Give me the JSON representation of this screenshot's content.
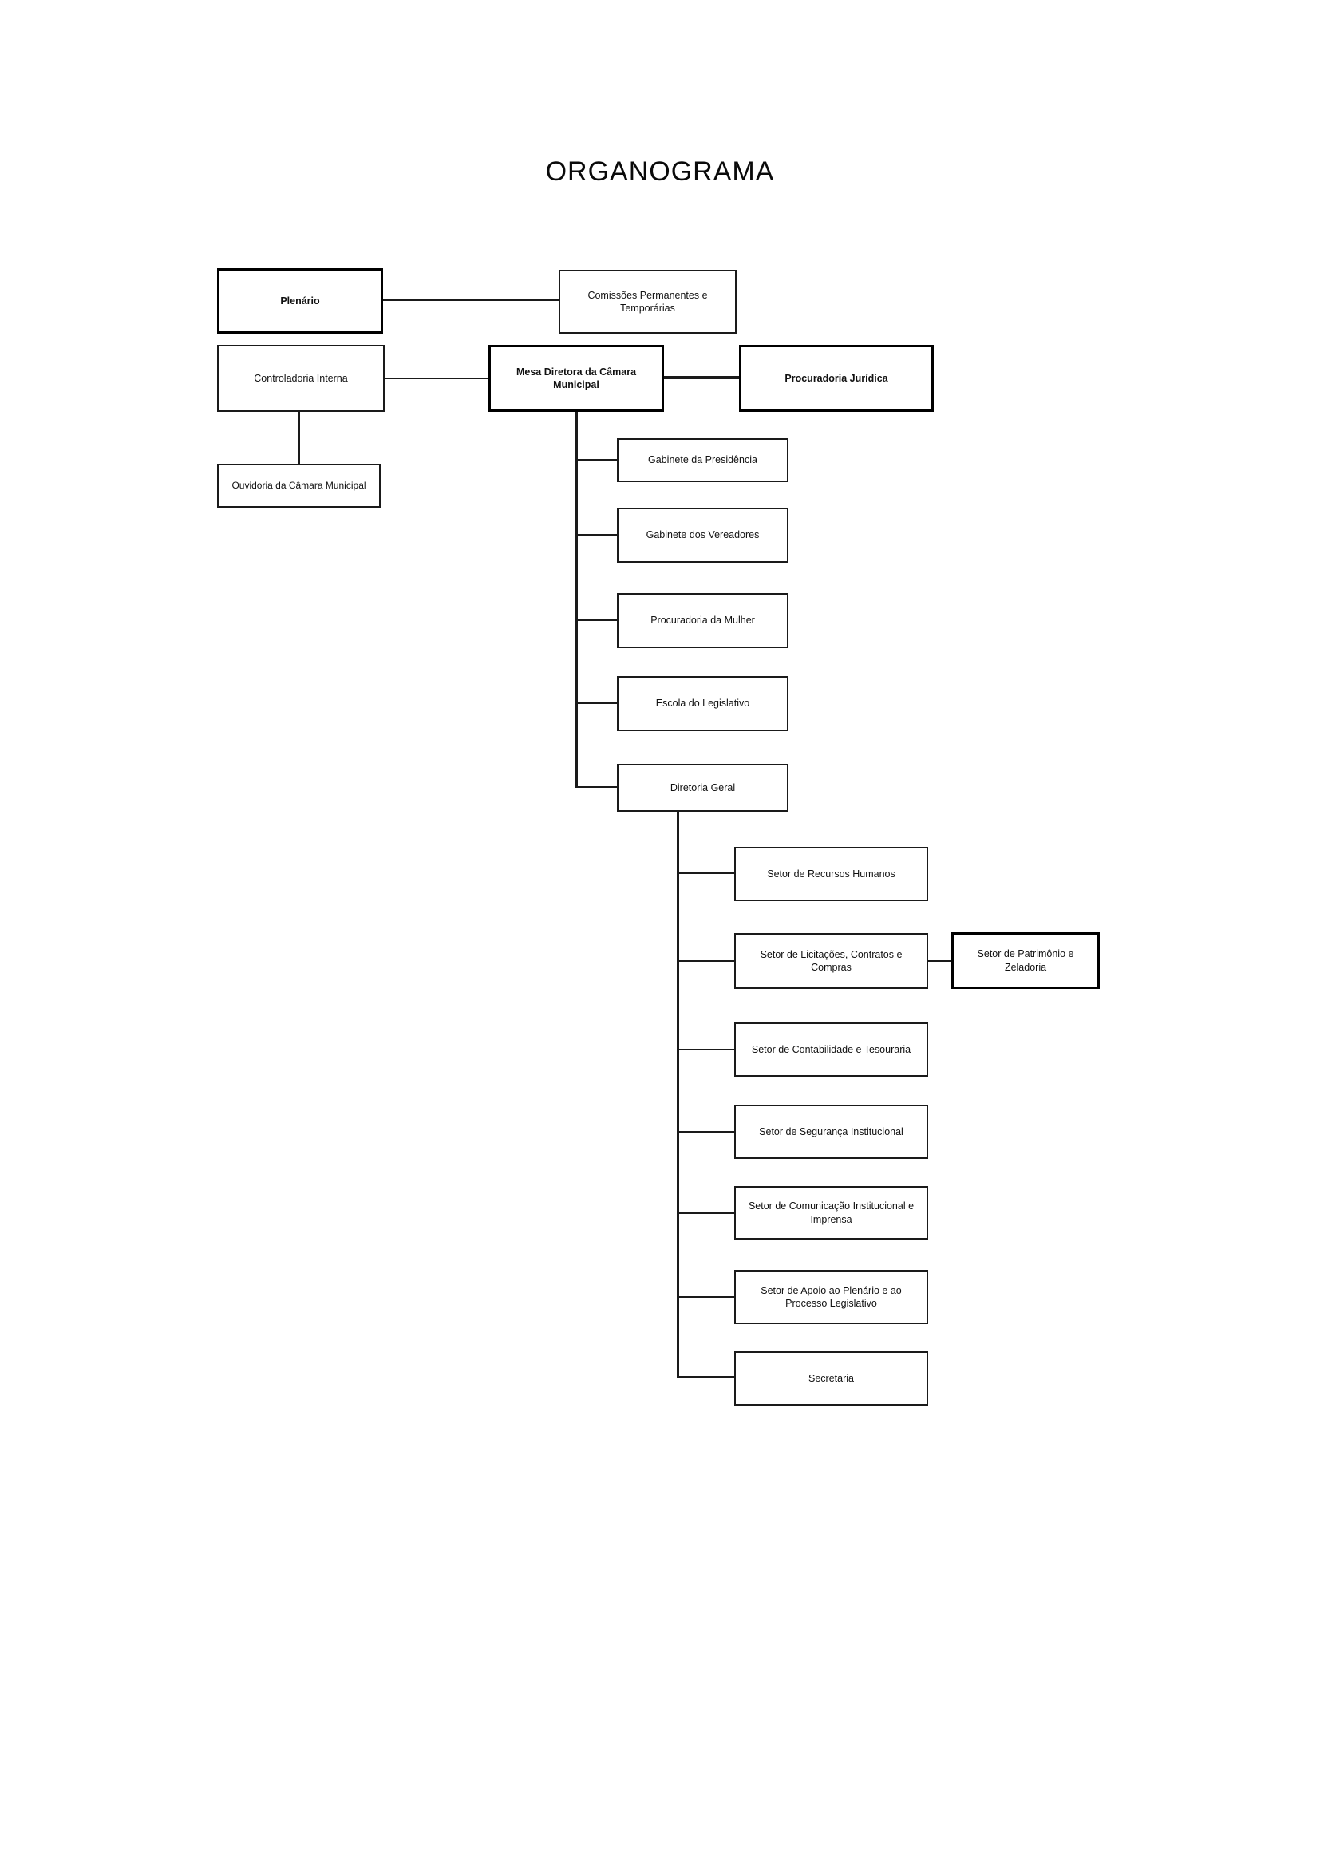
{
  "title": "ORGANOGRAMA",
  "colors": {
    "background": "#ffffff",
    "line": "#1a1a1a",
    "text": "#111111"
  },
  "org": {
    "nodes": [
      {
        "id": "plenario",
        "label": "Plenário",
        "emphasis": true
      },
      {
        "id": "comissoes",
        "label": "Comissões Permanentes e Temporárias",
        "emphasis": false
      },
      {
        "id": "controladoria",
        "label": "Controladoria Interna",
        "emphasis": false
      },
      {
        "id": "mesa-diretora",
        "label": "Mesa Diretora da Câmara Municipal",
        "emphasis": true
      },
      {
        "id": "procuradoria-juridica",
        "label": "Procuradoria Jurídica",
        "emphasis": true
      },
      {
        "id": "ouvidoria",
        "label": "Ouvidoria da Câmara Municipal",
        "emphasis": false
      },
      {
        "id": "gabinete-presidencia",
        "label": "Gabinete da Presidência",
        "emphasis": false
      },
      {
        "id": "gabinete-vereadores",
        "label": "Gabinete dos Vereadores",
        "emphasis": false
      },
      {
        "id": "procuradoria-mulher",
        "label": "Procuradoria da Mulher",
        "emphasis": false
      },
      {
        "id": "escola-legislativo",
        "label": "Escola do Legislativo",
        "emphasis": false
      },
      {
        "id": "diretoria-geral",
        "label": "Diretoria Geral",
        "emphasis": false
      },
      {
        "id": "setor-rh",
        "label": "Setor de Recursos Humanos",
        "emphasis": false
      },
      {
        "id": "setor-licitacoes",
        "label": "Setor de Licitações, Contratos e Compras",
        "emphasis": false
      },
      {
        "id": "setor-patrimonio",
        "label": "Setor de Patrimônio e Zeladoria",
        "emphasis": false
      },
      {
        "id": "setor-contabilidade",
        "label": "Setor de Contabilidade e Tesouraria",
        "emphasis": false
      },
      {
        "id": "setor-seguranca",
        "label": "Setor de Segurança Institucional",
        "emphasis": false
      },
      {
        "id": "setor-comunicacao",
        "label": "Setor de Comunicação Institucional e Imprensa",
        "emphasis": false
      },
      {
        "id": "setor-apoio-plenario",
        "label": "Setor de Apoio ao Plenário e ao Processo Legislativo",
        "emphasis": false
      },
      {
        "id": "secretaria",
        "label": "Secretaria",
        "emphasis": false
      }
    ],
    "edges": [
      [
        "Plenário",
        "Comissões Permanentes e Temporárias"
      ],
      [
        "Controladoria Interna",
        "Mesa Diretora da Câmara Municipal"
      ],
      [
        "Mesa Diretora da Câmara Municipal",
        "Procuradoria Jurídica"
      ],
      [
        "Controladoria Interna",
        "Ouvidoria da Câmara Municipal"
      ],
      [
        "Mesa Diretora da Câmara Municipal",
        "Gabinete da Presidência"
      ],
      [
        "Mesa Diretora da Câmara Municipal",
        "Gabinete dos Vereadores"
      ],
      [
        "Mesa Diretora da Câmara Municipal",
        "Procuradoria da Mulher"
      ],
      [
        "Mesa Diretora da Câmara Municipal",
        "Escola do Legislativo"
      ],
      [
        "Mesa Diretora da Câmara Municipal",
        "Diretoria Geral"
      ],
      [
        "Diretoria Geral",
        "Setor de Recursos Humanos"
      ],
      [
        "Diretoria Geral",
        "Setor de Licitações, Contratos e Compras"
      ],
      [
        "Setor de Licitações, Contratos e Compras",
        "Setor de Patrimônio e Zeladoria"
      ],
      [
        "Diretoria Geral",
        "Setor de Contabilidade e Tesouraria"
      ],
      [
        "Diretoria Geral",
        "Setor de Segurança Institucional"
      ],
      [
        "Diretoria Geral",
        "Setor de Comunicação Institucional e Imprensa"
      ],
      [
        "Diretoria Geral",
        "Setor de Apoio ao Plenário e ao Processo Legislativo"
      ],
      [
        "Diretoria Geral",
        "Secretaria"
      ]
    ]
  }
}
